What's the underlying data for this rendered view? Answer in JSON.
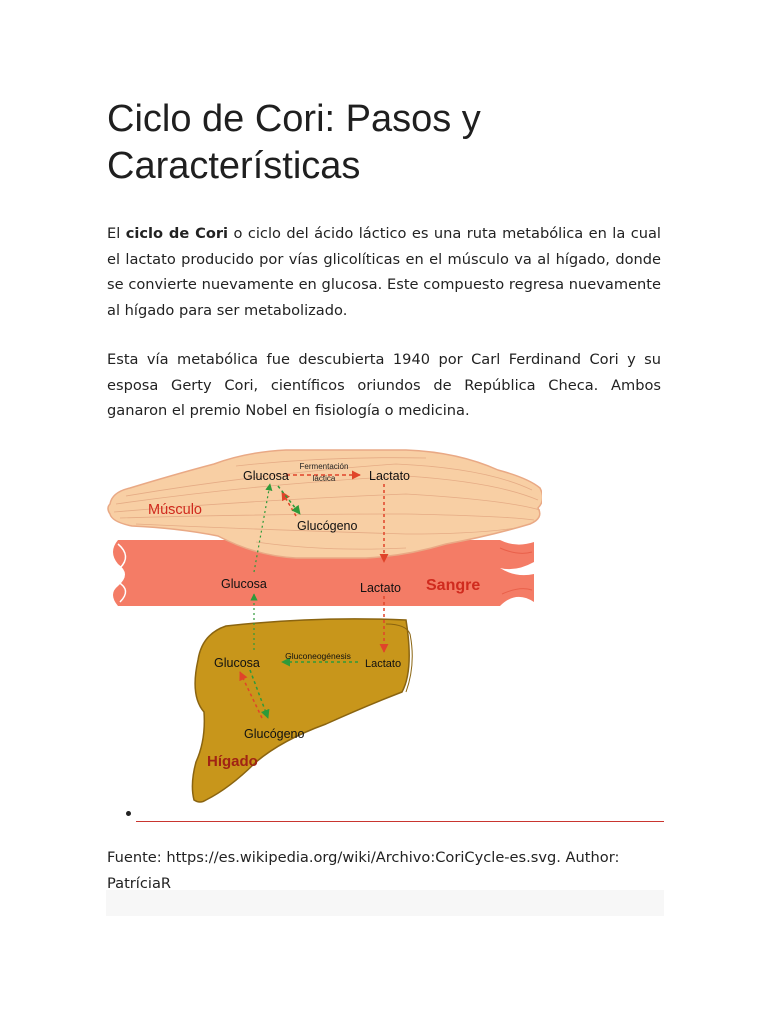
{
  "article": {
    "title": "Ciclo de Cori: Pasos y Características",
    "paragraph1": {
      "intro": "El ",
      "term": "ciclo de Cori",
      "rest": " o ciclo del ácido láctico es una ruta metabólica en la cual el lactato producido por vías glicolíticas en el músculo va al hígado, donde se convierte nuevamente en glucosa. Este compuesto regresa nuevamente al hígado para ser metabolizado."
    },
    "paragraph2": "Esta vía metabólica fue descubierta 1940 por Carl Ferdinand Cori y su esposa Gerty Cori, científicos oriundos de República Checa. Ambos ganaron el premio Nobel en fisiología o medicina.",
    "source": "Fuente: https://es.wikipedia.org/wiki/Archivo:CoriCycle-es.svg. Author: PatríciaR"
  },
  "diagram": {
    "muscle_label": "Músculo",
    "blood_label": "Sangre",
    "liver_label": "Hígado",
    "muscle_glucose": "Glucosa",
    "muscle_lactate": "Lactato",
    "muscle_glycogen": "Glucógeno",
    "fermentation_line1": "Fermentación",
    "fermentation_line2": "láctica",
    "blood_glucose": "Glucosa",
    "blood_lactate": "Lactato",
    "liver_glucose": "Glucosa",
    "liver_lactate": "Lactato",
    "gluconeogenesis": "Gluconeogénesis",
    "liver_glycogen": "Glucógeno",
    "colors": {
      "muscle_fill": "#f8cfa4",
      "muscle_stroke": "#e9a985",
      "blood_fill": "#f47c66",
      "liver_fill": "#c8961b",
      "liver_stroke": "#8a6410",
      "red_label": "#d02a1e",
      "arrow_red": "#e0442a",
      "arrow_green": "#2e9a3a"
    }
  }
}
